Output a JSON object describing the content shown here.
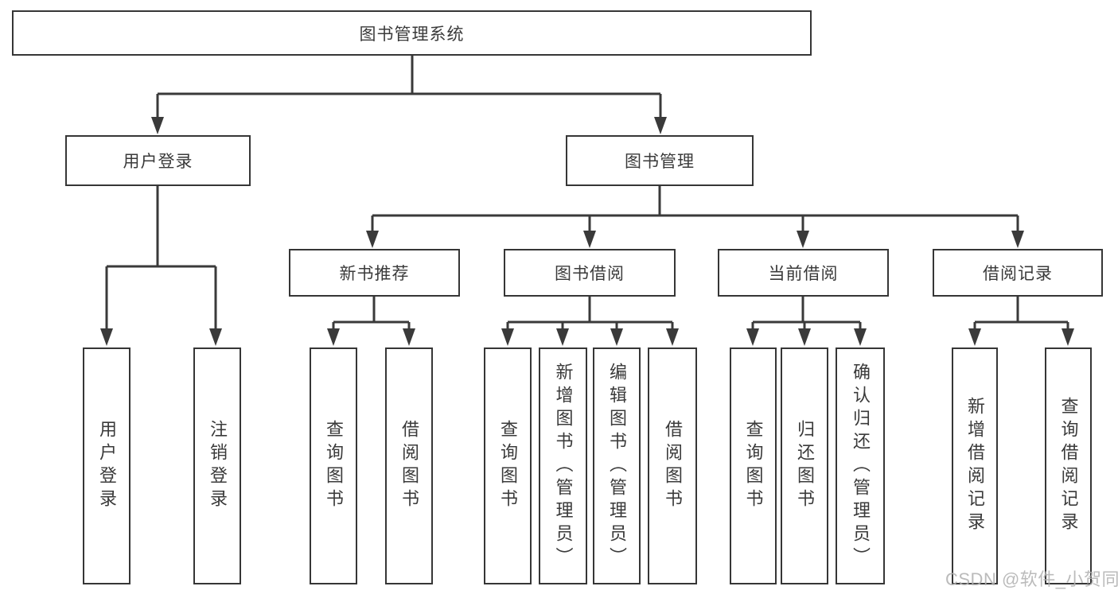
{
  "tree": {
    "label": "图书管理系统",
    "children": [
      {
        "label": "用户登录",
        "children": [
          {
            "label": "用户登录"
          },
          {
            "label": "注销登录"
          }
        ]
      },
      {
        "label": "图书管理",
        "children": [
          {
            "label": "新书推荐",
            "children": [
              {
                "label": "查询图书"
              },
              {
                "label": "借阅图书"
              }
            ]
          },
          {
            "label": "图书借阅",
            "children": [
              {
                "label": "查询图书"
              },
              {
                "label": "新增图书（管理员）"
              },
              {
                "label": "编辑图书（管理员）"
              },
              {
                "label": "借阅图书"
              }
            ]
          },
          {
            "label": "当前借阅",
            "children": [
              {
                "label": "查询图书"
              },
              {
                "label": "归还图书"
              },
              {
                "label": "确认归还（管理员）"
              }
            ]
          },
          {
            "label": "借阅记录",
            "children": [
              {
                "label": "新增借阅记录"
              },
              {
                "label": "查询借阅记录"
              }
            ]
          }
        ]
      }
    ]
  },
  "watermark": {
    "text": "CSDN @软件_小贺同学"
  },
  "colors": {
    "ink": "#3a3a3a",
    "box_border": "#363636",
    "box_fill": "#ffffff",
    "watermark": "#b2b2b2"
  }
}
